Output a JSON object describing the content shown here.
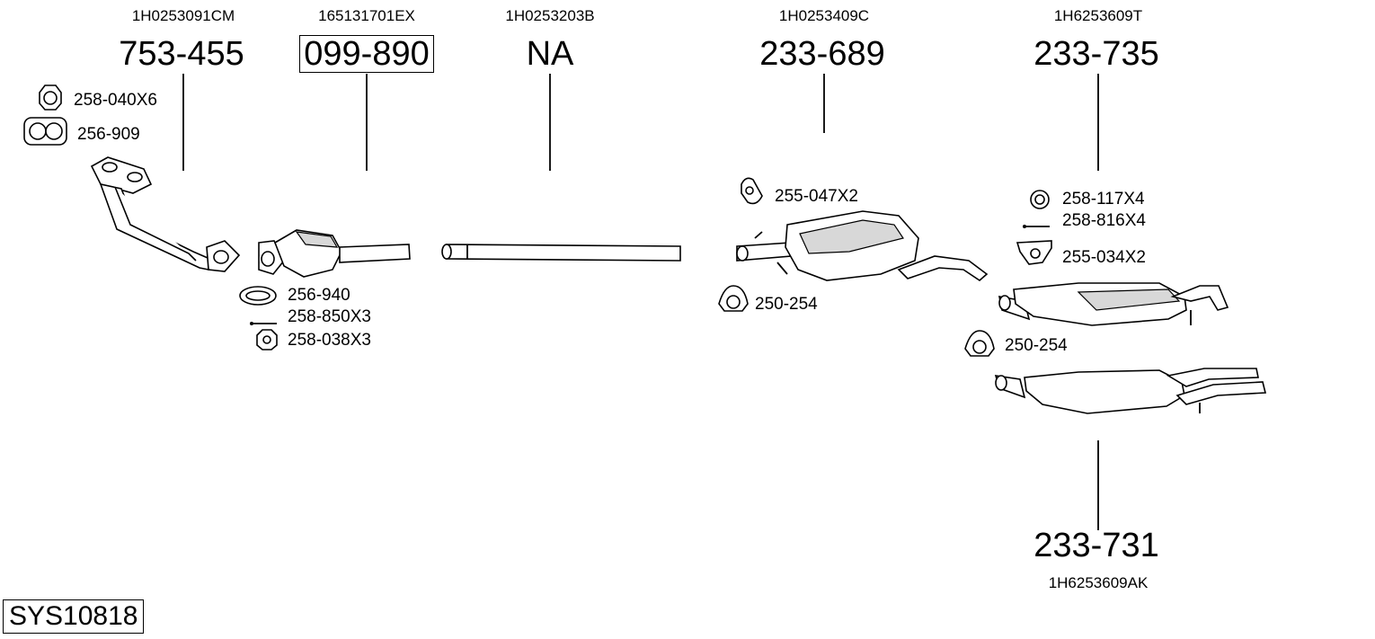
{
  "system_code": "SYS10818",
  "parts": [
    {
      "oe_number": "1H0253091CM",
      "part_number": "753-455"
    },
    {
      "oe_number": "165131701EX",
      "part_number": "099-890"
    },
    {
      "oe_number": "1H0253203B",
      "part_number": "NA"
    },
    {
      "oe_number": "1H0253409C",
      "part_number": "233-689"
    },
    {
      "oe_number": "1H6253609T",
      "part_number": "233-735"
    },
    {
      "oe_number": "1H6253609AK",
      "part_number": "233-731"
    }
  ],
  "accessories": [
    "258-040X6",
    "256-909",
    "256-940",
    "258-850X3",
    "258-038X3",
    "255-047X2",
    "250-254",
    "258-117X4",
    "258-816X4",
    "255-034X2",
    "250-254"
  ]
}
